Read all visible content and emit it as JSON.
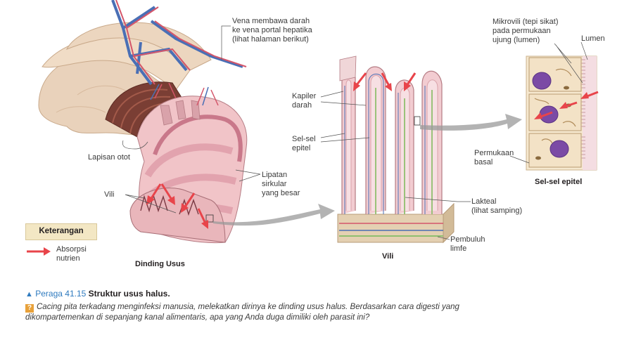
{
  "labels": {
    "vena": "Vena membawa darah\nke vena portal hepatika\n(lihat halaman berikut)",
    "lapisan_otot": "Lapisan otot",
    "lipatan": "Lipatan\nsirkular\nyang besar",
    "vili_left": "Vili",
    "dinding_usus": "Dinding Usus",
    "kapiler": "Kapiler\ndarah",
    "sel_epitel": "Sel-sel\nepitel",
    "lakteal": "Lakteal\n(lihat samping)",
    "pembuluh": "Pembuluh\nlimfe",
    "vili_title": "Vili",
    "mikrovili": "Mikrovili (tepi sikat)\npada permukaan\nujung (lumen)",
    "lumen": "Lumen",
    "permukaan_basal": "Permukaan\nbasal",
    "sel_epitel_title": "Sel-sel epitel"
  },
  "legend": {
    "title": "Keterangan",
    "item": "Absorpsi\nnutrien",
    "arrow_color": "#e8444a"
  },
  "caption": {
    "figure_no": "Peraga 41.15",
    "title": "Struktur usus halus.",
    "question": "Cacing pita terkadang menginfeksi manusia, melekatkan dirinya ke dinding usus halus. Berdasarkan cara digesti yang dikompartemenkan di sepanjang kanal alimentaris, apa yang Anda duga dimiliki oleh parasit ini?"
  },
  "colors": {
    "figure_number": "#2f7bbf",
    "absorption_arrow": "#e8444a",
    "vein": "#4a6fb5",
    "artery": "#d4566a"
  }
}
